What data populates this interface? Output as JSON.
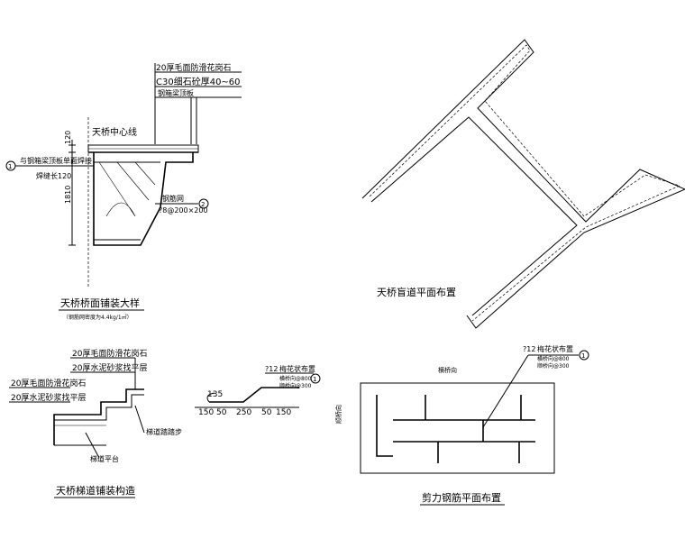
{
  "titles": {
    "deck_detail": "天桥桥面铺装大样",
    "deck_detail_note": "（钢筋网密度为4.4kg/1㎡）",
    "blind_path": "天桥盲道平面布置",
    "stair_detail": "天桥梯道铺装构造",
    "shear_rebar": "剪力钢筋平面布置"
  },
  "deck": {
    "layer1": "20厚毛面防滑花岗石",
    "layer2": "C30细石砼厚40~60",
    "layer3": "钢箱梁顶板",
    "centerline": "天桥中心线",
    "weld_note": "与钢箱梁顶板单面焊接",
    "weld_size": "焊缝长120",
    "mesh": "钢筋网",
    "mesh_spec": "?8@200×200",
    "dim_top": "120",
    "dim_height": "1810",
    "callout": "1",
    "callout2": "2"
  },
  "stair": {
    "layer_a": "20厚毛面防滑花岗石",
    "layer_b": "20厚水泥砂浆找平层",
    "layer_c": "20厚毛面防滑花岗石",
    "layer_d": "20厚水泥砂浆找平层",
    "step": "梯道踏踏步",
    "platform": "梯道平台"
  },
  "bar": {
    "spec": "?12",
    "label": "梅花状布置",
    "sp1": "横桥向@800",
    "sp2": "顺桥向@300",
    "bend": "135",
    "d1": "150",
    "d2": "50",
    "d3": "250",
    "d4": "50",
    "d5": "150",
    "callout": "1"
  },
  "shear": {
    "spec": "?12",
    "label": "梅花状布置",
    "sp1": "横桥向@800",
    "sp2": "顺桥向@300",
    "dir_h": "横桥向",
    "dir_v": "顺桥向",
    "callout": "1"
  }
}
